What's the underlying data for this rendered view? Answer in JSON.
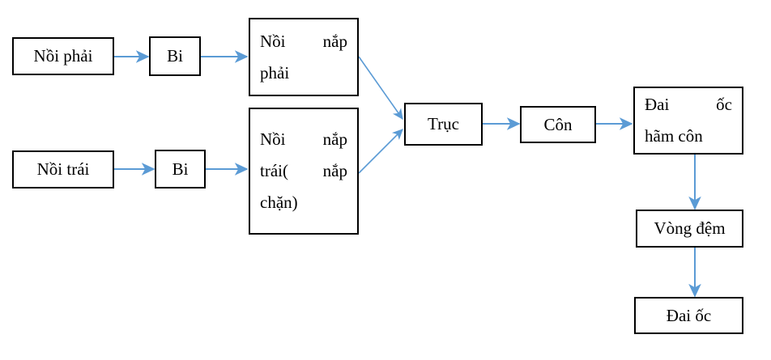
{
  "diagram": {
    "title": "So do lap rap cum truc",
    "background": "#ffffff",
    "arrow_color": "#5B9BD5",
    "box_border_color": "#000000",
    "text_color": "#000000",
    "nodes": {
      "noi_phai": {
        "text": "Nồi phải",
        "lines": [
          "Nồi phải"
        ]
      },
      "bi_top": {
        "text": "Bi",
        "lines": [
          "Bi"
        ]
      },
      "noi_nap_phai": {
        "text": "Nồi nắp phải",
        "lines": [
          [
            "Nồi",
            "nắp"
          ],
          [
            "phải"
          ]
        ]
      },
      "noi_trai": {
        "text": "Nồi trái",
        "lines": [
          "Nồi trái"
        ]
      },
      "bi_bottom": {
        "text": "Bi",
        "lines": [
          "Bi"
        ]
      },
      "noi_nap_trai": {
        "text": "Nồi nắp trái( nắp chặn)",
        "lines": [
          [
            "Nồi",
            "nắp"
          ],
          [
            "trái(",
            "nắp"
          ],
          [
            "chặn)"
          ]
        ]
      },
      "truc": {
        "text": "Trục",
        "lines": [
          "Trục"
        ]
      },
      "con": {
        "text": "Côn",
        "lines": [
          "Côn"
        ]
      },
      "dai_oc_ham_con": {
        "text": "Đai ốc hãm côn",
        "lines": [
          [
            "Đai",
            "ốc"
          ],
          [
            "hãm côn"
          ]
        ]
      },
      "vong_dem": {
        "text": "Vòng đệm",
        "lines": [
          "Vòng đệm"
        ]
      },
      "dai_oc": {
        "text": "Đai ốc",
        "lines": [
          "Đai ốc"
        ]
      }
    },
    "node_labels": {
      "noi_phai": "Nồi phải",
      "bi_top": "Bi",
      "noi_nap_phai_l1a": "Nồi",
      "noi_nap_phai_l1b": "nắp",
      "noi_nap_phai_l2": "phải",
      "noi_trai": "Nồi trái",
      "bi_bottom": "Bi",
      "noi_nap_trai_l1a": "Nồi",
      "noi_nap_trai_l1b": "nắp",
      "noi_nap_trai_l2a": "trái(",
      "noi_nap_trai_l2b": "nắp",
      "noi_nap_trai_l3": "chặn)",
      "truc": "Trục",
      "con": "Côn",
      "dai_oc_ham_con_l1a": "Đai",
      "dai_oc_ham_con_l1b": "ốc",
      "dai_oc_ham_con_l2": "hãm côn",
      "vong_dem": "Vòng đệm",
      "dai_oc": "Đai ốc"
    },
    "edges": [
      {
        "from": "noi_phai",
        "to": "bi_top",
        "kind": "horizontal"
      },
      {
        "from": "bi_top",
        "to": "noi_nap_phai",
        "kind": "horizontal"
      },
      {
        "from": "noi_trai",
        "to": "bi_bottom",
        "kind": "horizontal"
      },
      {
        "from": "bi_bottom",
        "to": "noi_nap_trai",
        "kind": "horizontal"
      },
      {
        "from": "noi_nap_phai",
        "to": "truc",
        "kind": "diagonal-down"
      },
      {
        "from": "noi_nap_trai",
        "to": "truc",
        "kind": "diagonal-up"
      },
      {
        "from": "truc",
        "to": "con",
        "kind": "horizontal"
      },
      {
        "from": "con",
        "to": "dai_oc_ham_con",
        "kind": "horizontal"
      },
      {
        "from": "dai_oc_ham_con",
        "to": "vong_dem",
        "kind": "vertical"
      },
      {
        "from": "vong_dem",
        "to": "dai_oc",
        "kind": "vertical"
      }
    ]
  }
}
